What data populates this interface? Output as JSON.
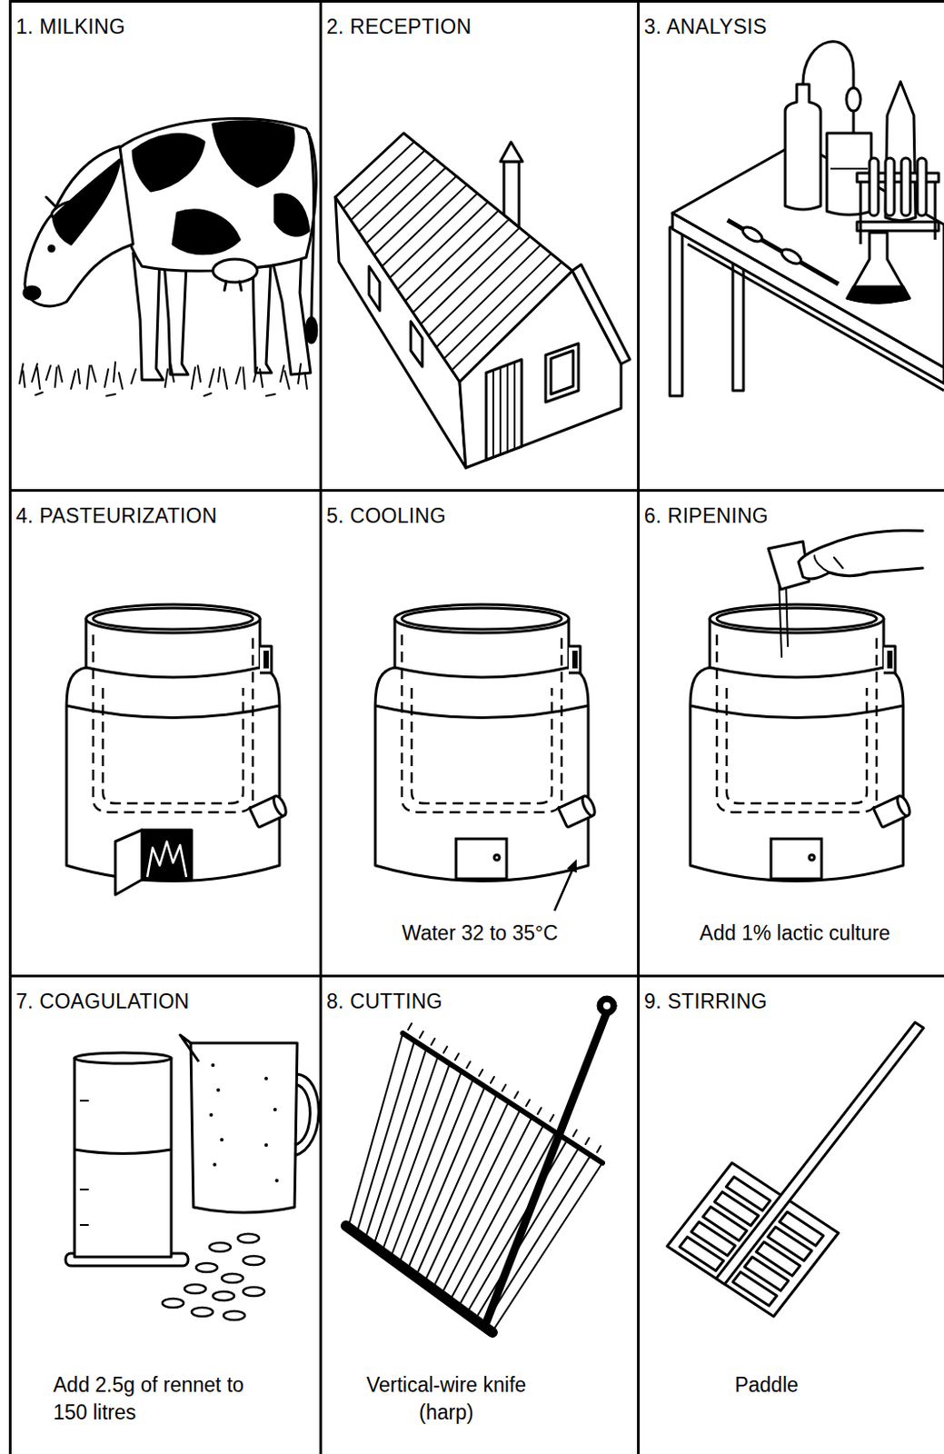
{
  "diagram": {
    "nodes": [
      {
        "text": [
          "1. MILKING"
        ]
      },
      {
        "text": [
          "2. RECEPTION"
        ]
      },
      {
        "text": [
          "3. ANALYSIS"
        ]
      },
      {
        "text": [
          "4. PASTEURIZATION"
        ]
      },
      {
        "text": [
          "5. COOLING",
          "Water 32 to 35°C"
        ]
      },
      {
        "text": [
          "6. RIPENING",
          "Add 1% lactic culture"
        ]
      },
      {
        "text": [
          "7. COAGULATION",
          "Add 2.5g of rennet to 150 litres"
        ]
      },
      {
        "text": [
          "8. CUTTING",
          "Vertical-wire knife (harp)"
        ]
      },
      {
        "text": [
          "9. STIRRING",
          "Paddle"
        ]
      }
    ]
  }
}
